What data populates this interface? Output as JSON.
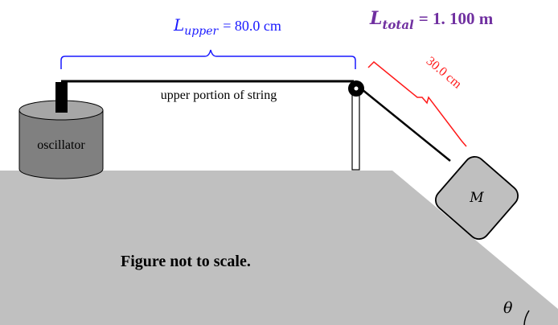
{
  "labels": {
    "upper_symbol": "L",
    "upper_subscript": "upper",
    "upper_value": "= 80.0 cm",
    "total_symbol": "L",
    "total_subscript": "total",
    "total_value": "= 1. 100 m",
    "lower_value": "30.0 cm",
    "string_label": "upper portion of string",
    "oscillator": "oscillator",
    "mass": "M",
    "note": "Figure not to scale.",
    "angle": "θ"
  },
  "colors": {
    "upper_bracket": "#1a1aff",
    "lower_bracket": "#ff1a1a",
    "total_label": "#7030a0",
    "floor": "#c0c0c0",
    "oscillator_side": "#808080",
    "oscillator_top": "#a6a6a6",
    "mass_fill": "#bfbfbf"
  }
}
